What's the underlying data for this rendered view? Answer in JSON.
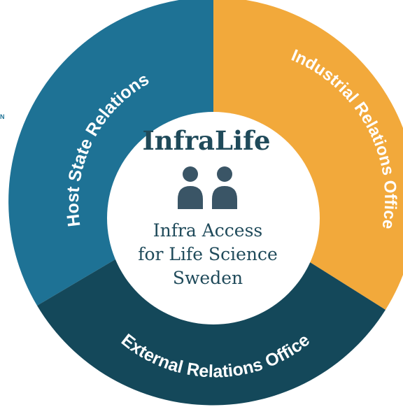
{
  "diagram": {
    "center": {
      "title": "InfraLife",
      "subtitle_lines": [
        "Infra Access",
        "for Life Science",
        "Sweden"
      ],
      "icon": "people-icon"
    },
    "segments": {
      "host_state": {
        "label": "Host State Relations",
        "color": "#1e7295"
      },
      "industrial": {
        "label": "Industrial Relations Office",
        "color": "#f2a93b"
      },
      "external": {
        "label": "External Relations Office",
        "color": "#14485a"
      }
    },
    "edge_fragment": "N",
    "colors": {
      "center_fill": "#ffffff",
      "center_text": "#1f4a5a",
      "icon": "#3a5566",
      "divider": "#ffffff"
    }
  }
}
